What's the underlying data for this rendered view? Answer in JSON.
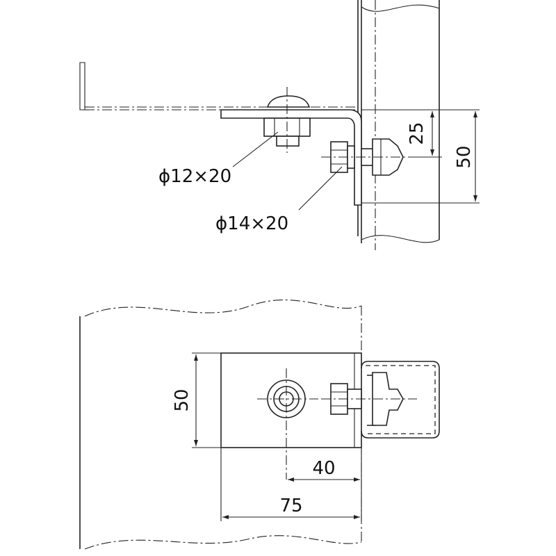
{
  "labels": {
    "bolt_small": "ϕ12×20",
    "bolt_large": "ϕ14×20",
    "dim_25": "25",
    "dim_50_top": "50",
    "dim_50_left": "50",
    "dim_40": "40",
    "dim_75": "75"
  }
}
